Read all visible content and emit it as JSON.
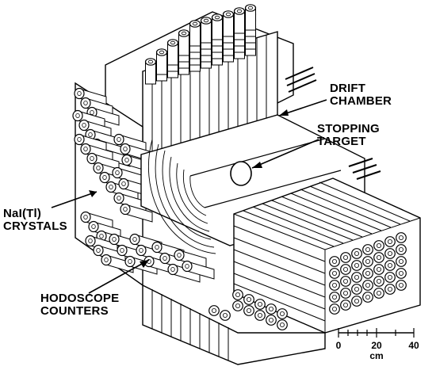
{
  "labels": {
    "drift_chamber": [
      "DRIFT",
      "CHAMBER"
    ],
    "stopping_target": [
      "STOPPING",
      "TARGET"
    ],
    "nai_crystals": [
      "NaI(Tl)",
      "CRYSTALS"
    ],
    "hodoscope_counters": [
      "HODOSCOPE",
      "COUNTERS"
    ]
  },
  "scale_bar": {
    "ticks": [
      "0",
      "20",
      "40"
    ],
    "unit": "cm"
  }
}
